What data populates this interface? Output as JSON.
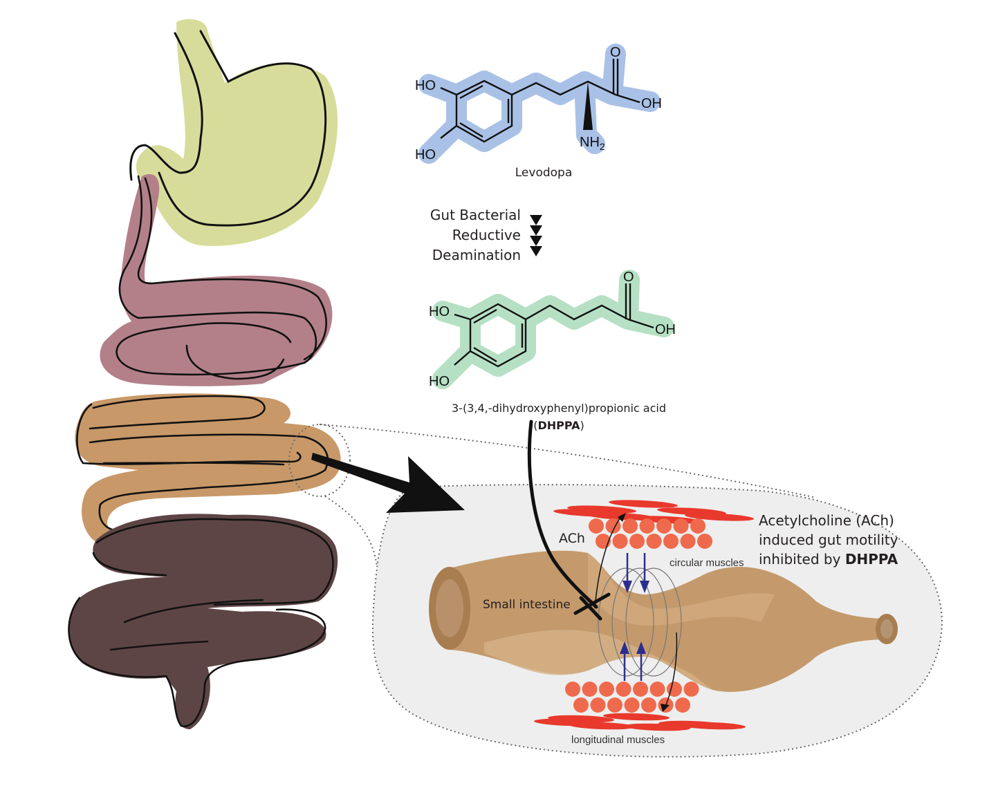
{
  "colors": {
    "stomach": "#d8dc9b",
    "small_intestine_upper": "#b3808a",
    "small_intestine_lower": "#c89868",
    "colon": "#5e4545",
    "levodopa_highlight": "#a9c1e6",
    "dhppa_highlight": "#b6e0c4",
    "zoom_bubble": "#eeeeee",
    "tube": "#c49a6c",
    "tube_dark": "#a87d50",
    "circular_muscle": "#ef6a4c",
    "longitudinal_muscle": "#e8392c",
    "ach_arrows": "#2d2d8f"
  },
  "levodopa": {
    "name": "Levodopa",
    "atoms": {
      "ho_top": "HO",
      "ho_bottom": "HO",
      "o": "O",
      "oh": "OH",
      "nh2": "NH",
      "nh2_sub": "2"
    }
  },
  "pathway": {
    "lines": [
      "Gut Bacterial",
      "Reductive",
      "Deamination"
    ],
    "arrow_count": 4
  },
  "dhppa": {
    "name_line1": "3-(3,4,-dihydroxyphenyl)propionic acid",
    "abbrev_open": "(",
    "abbrev": "DHPPA",
    "abbrev_close": ")",
    "atoms": {
      "ho_top": "HO",
      "ho_bottom": "HO",
      "o": "O",
      "oh": "OH"
    }
  },
  "detail": {
    "ach_label": "ACh",
    "small_intestine_label": "Small intestine",
    "circular_muscles_label": "circular muscles",
    "longitudinal_muscles_label": "longitudinal muscles",
    "caption_line1": "Acetylcholine (ACh)",
    "caption_line2": "induced gut motility",
    "caption_line3_prefix": "inhibited by ",
    "caption_line3_bold": "DHPPA"
  }
}
